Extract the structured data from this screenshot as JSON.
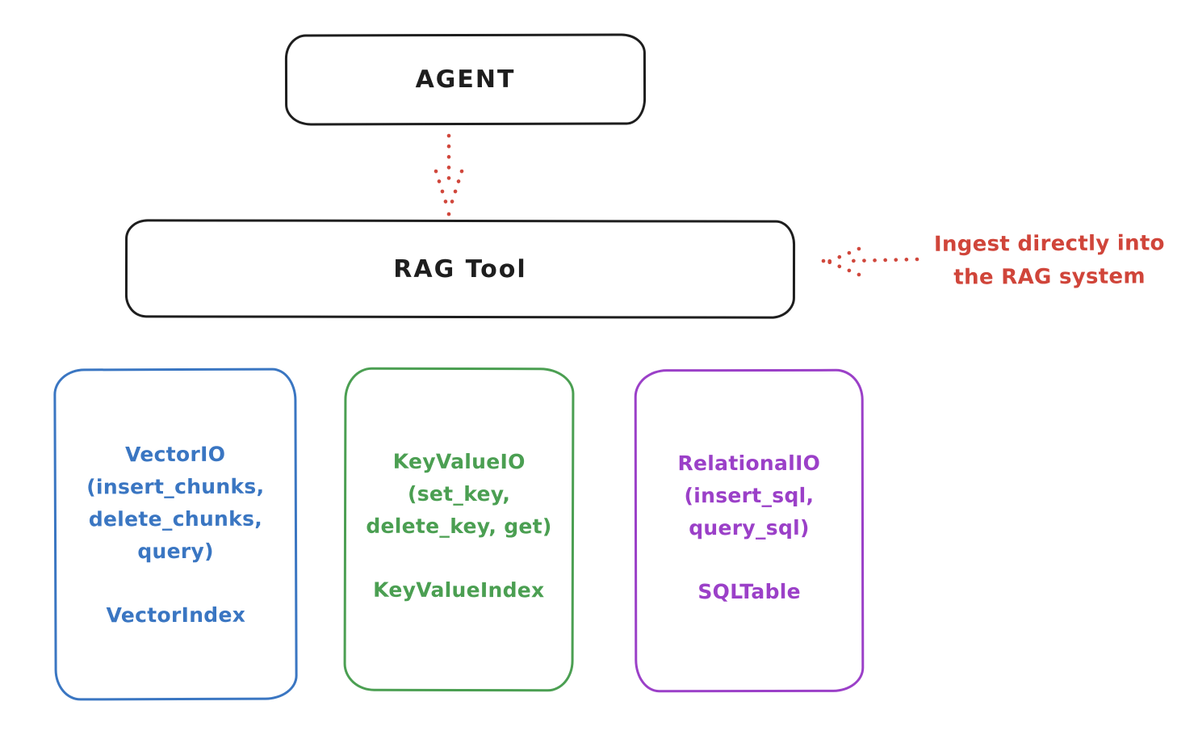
{
  "colors": {
    "ink": "#1e1e1e",
    "red": "#d0453a",
    "blue": "#3a76c2",
    "green": "#4b9f52",
    "purple": "#9b40c8",
    "background": "#ffffff"
  },
  "nodes": {
    "agent": {
      "label": "AGENT"
    },
    "rag_tool": {
      "label": "RAG Tool"
    }
  },
  "note": {
    "lines": [
      "Ingest directly into",
      "the RAG system"
    ]
  },
  "backends": [
    {
      "name": "VectorIO",
      "color": "#3a76c2",
      "body": [
        "VectorIO",
        "(insert_chunks,",
        "delete_chunks,",
        "query)"
      ],
      "index": "VectorIndex"
    },
    {
      "name": "KeyValueIO",
      "color": "#4b9f52",
      "body": [
        "KeyValueIO",
        "(set_key,",
        "delete_key, get)"
      ],
      "index": "KeyValueIndex"
    },
    {
      "name": "RelationalIO",
      "color": "#9b40c8",
      "body": [
        "RelationalIO",
        "(insert_sql,",
        "query_sql)"
      ],
      "index": "SQLTable"
    }
  ],
  "icons": {
    "agent_to_rag_arrow": "dotted-down-arrow",
    "ingest_arrow": "dotted-left-arrow"
  }
}
